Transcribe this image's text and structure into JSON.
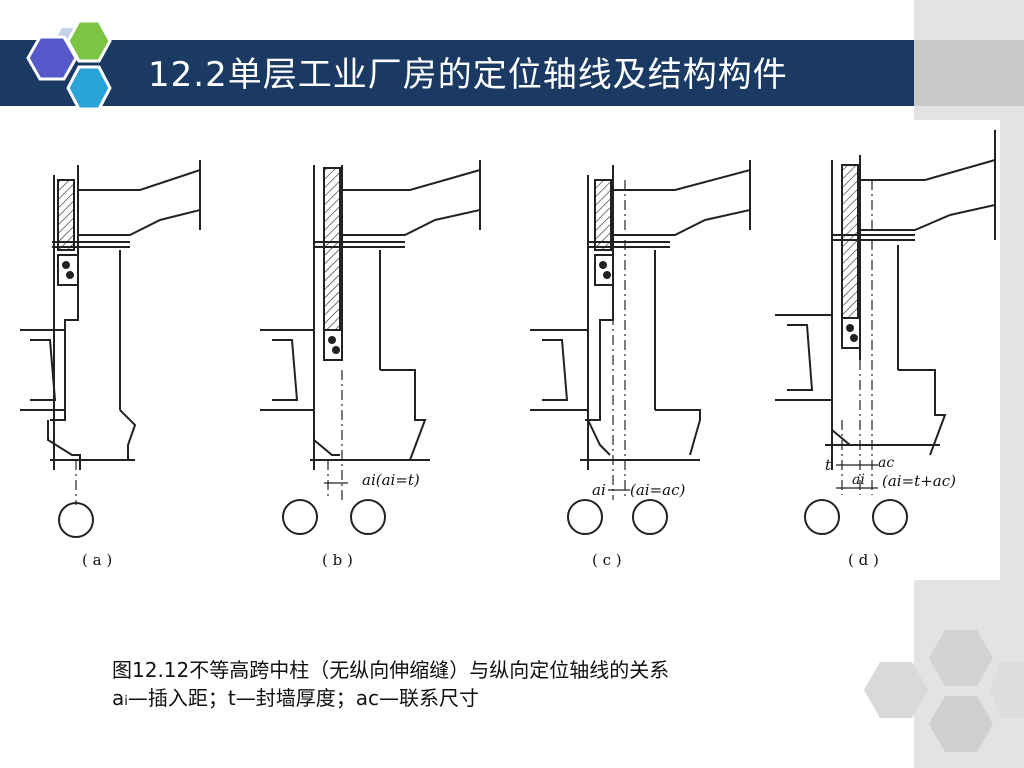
{
  "slide": {
    "title": "12.2单层工业厂房的定位轴线及结构构件"
  },
  "figure": {
    "labels": {
      "a": "( a )",
      "b": "( b )",
      "c": "( c )",
      "d": "( d )"
    },
    "annotations": {
      "b_formula": "ai(ai=t)",
      "c_ai": "ai",
      "c_formula": "(ai=ac)",
      "d_t": "t",
      "d_ac": "ac",
      "d_ai": "ai",
      "d_formula": "(ai=t+ac)"
    }
  },
  "caption": {
    "line1": "图12.12不等高跨中柱（无纵向伸缩缝）与纵向定位轴线的关系",
    "line2_a": "a",
    "line2_i": "i",
    "line2_rest": "—插入距；t—封墙厚度；ac—联系尺寸"
  },
  "colors": {
    "title_bar": "#1b3a63",
    "hex_purple": "#5558c8",
    "hex_green": "#7cc443",
    "hex_blue": "#2aa3d9",
    "deco_gray": "#d2d2d2"
  }
}
